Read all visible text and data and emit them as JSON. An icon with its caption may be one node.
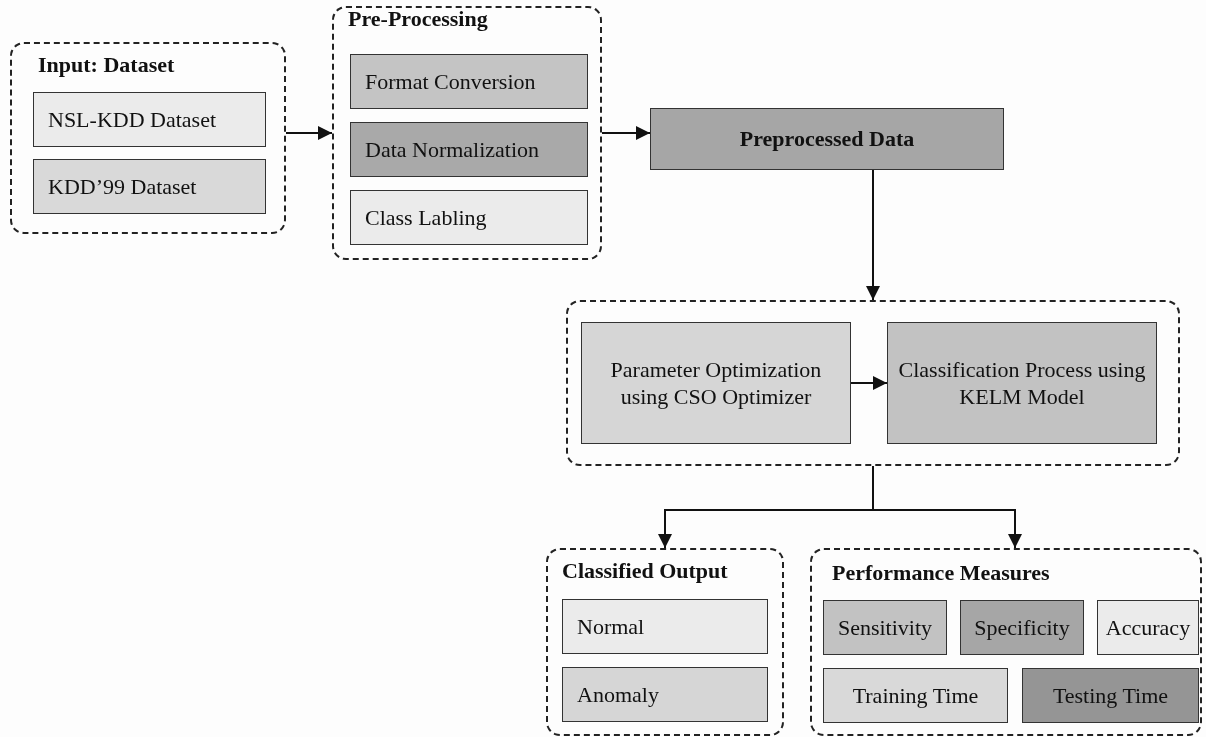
{
  "diagram": {
    "nodes": [
      {
        "text": [
          "Input: Dataset"
        ]
      },
      {
        "text": [
          "NSL-KDD Dataset"
        ],
        "in": 0
      },
      {
        "text": [
          "KDD’99 Dataset"
        ],
        "in": 0
      },
      {
        "text": [
          "Pre-Processing"
        ]
      },
      {
        "text": [
          "Format Conversion"
        ],
        "in": 3
      },
      {
        "text": [
          "Data Normalization"
        ],
        "in": 3
      },
      {
        "text": [
          "Class Labling"
        ],
        "in": 3
      },
      {
        "text": [
          "Preprocessed Data"
        ]
      },
      {
        "text": [],
        "shape": "box"
      },
      {
        "text": [
          "Parameter Optimization using CSO Optimizer"
        ],
        "in": 8
      },
      {
        "text": [
          "Classification Process using KELM Model"
        ],
        "in": 8
      },
      {
        "text": [
          "Classified Output"
        ]
      },
      {
        "text": [
          "Normal"
        ],
        "in": 11
      },
      {
        "text": [
          "Anomaly"
        ],
        "in": 11
      },
      {
        "text": [
          "Performance Measures"
        ]
      },
      {
        "text": [
          "Sensitivity"
        ],
        "in": 14
      },
      {
        "text": [
          "Specificity"
        ],
        "in": 14
      },
      {
        "text": [
          "Accuracy"
        ],
        "in": 14
      },
      {
        "text": [
          "Training Time"
        ],
        "in": 14
      },
      {
        "text": [
          "Testing Time"
        ],
        "in": 14
      }
    ],
    "edges": [
      {
        "from": 0,
        "to": 3,
        "arrow": "to"
      },
      {
        "from": 3,
        "to": 7,
        "arrow": "to"
      },
      {
        "from": 7,
        "to": 8,
        "arrow": "to"
      },
      {
        "from": 9,
        "to": 10,
        "arrow": "to"
      },
      {
        "from": 8,
        "to": 11,
        "arrow": "to"
      },
      {
        "from": 8,
        "to": 14,
        "arrow": "to"
      }
    ]
  }
}
